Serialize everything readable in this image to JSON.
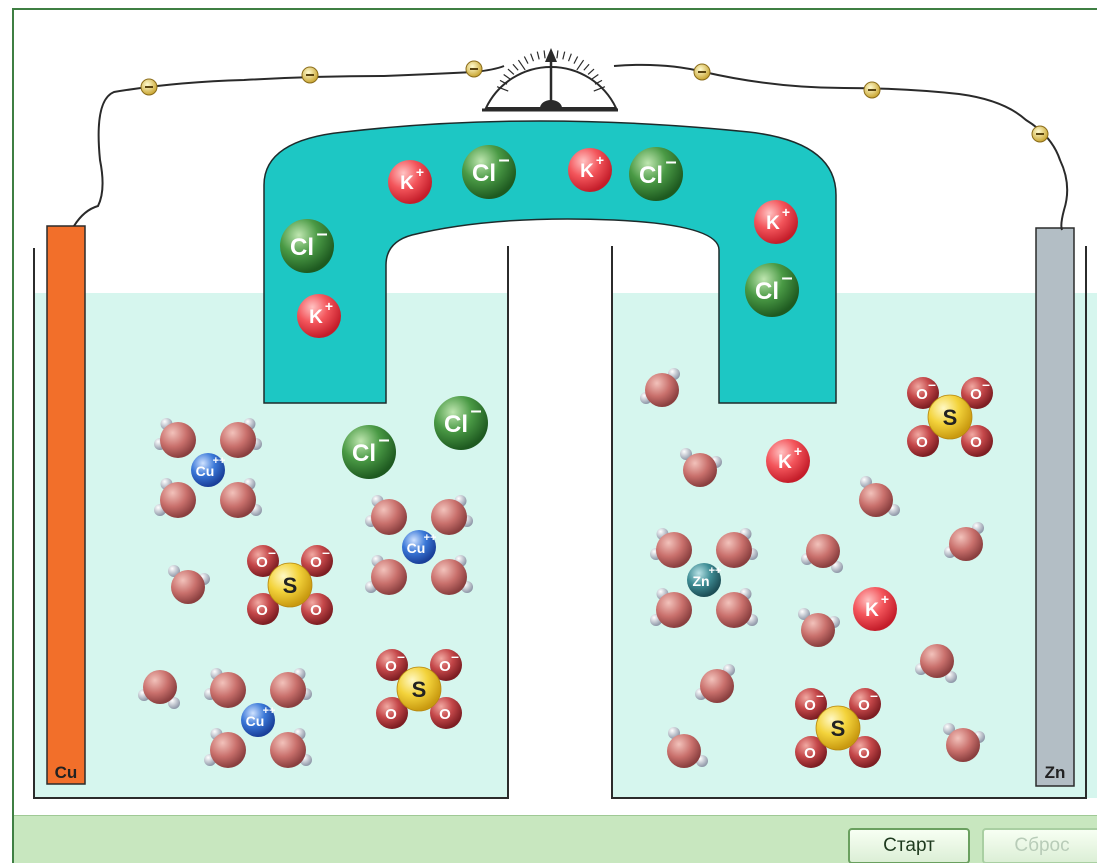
{
  "electrodes": {
    "left_label": "Cu",
    "right_label": "Zn",
    "left_color": "#f26f2a",
    "right_color": "#b3bec5"
  },
  "colors": {
    "solution": "#d6f6ee",
    "salt_bridge": "#1dc7c4",
    "frame": "#3f7f43",
    "toolbar": "#c8e7bf"
  },
  "meter": {
    "icon": "galvanometer-icon"
  },
  "bridge_ions": [
    {
      "kind": "K",
      "label": "K",
      "charge": "+"
    },
    {
      "kind": "Cl",
      "label": "Cl",
      "charge": "–"
    },
    {
      "kind": "K",
      "label": "K",
      "charge": "+"
    },
    {
      "kind": "Cl",
      "label": "Cl",
      "charge": "–"
    },
    {
      "kind": "Cl",
      "label": "Cl",
      "charge": "–"
    },
    {
      "kind": "K",
      "label": "K",
      "charge": "+"
    },
    {
      "kind": "K",
      "label": "K",
      "charge": "+"
    },
    {
      "kind": "Cl",
      "label": "Cl",
      "charge": "–"
    }
  ],
  "left_beaker": {
    "cu_ions": [
      {
        "label": "Cu",
        "charge": "++"
      },
      {
        "label": "Cu",
        "charge": "++"
      },
      {
        "label": "Cu",
        "charge": "++"
      }
    ],
    "cl_ions": [
      {
        "label": "Cl",
        "charge": "–"
      },
      {
        "label": "Cl",
        "charge": "–"
      }
    ],
    "sulfates": [
      {
        "center": "S",
        "oxygen": "O",
        "charge": "–"
      },
      {
        "center": "S",
        "oxygen": "O",
        "charge": "–"
      }
    ]
  },
  "right_beaker": {
    "zn_ions": [
      {
        "label": "Zn",
        "charge": "++"
      }
    ],
    "k_ions": [
      {
        "label": "K",
        "charge": "+"
      },
      {
        "label": "K",
        "charge": "+"
      }
    ],
    "sulfates": [
      {
        "center": "S",
        "oxygen": "O",
        "charge": "–"
      },
      {
        "center": "S",
        "oxygen": "O",
        "charge": "–"
      }
    ]
  },
  "electron": {
    "charge": "–"
  },
  "controls": {
    "start_label": "Старт",
    "reset_label": "Сброс"
  }
}
